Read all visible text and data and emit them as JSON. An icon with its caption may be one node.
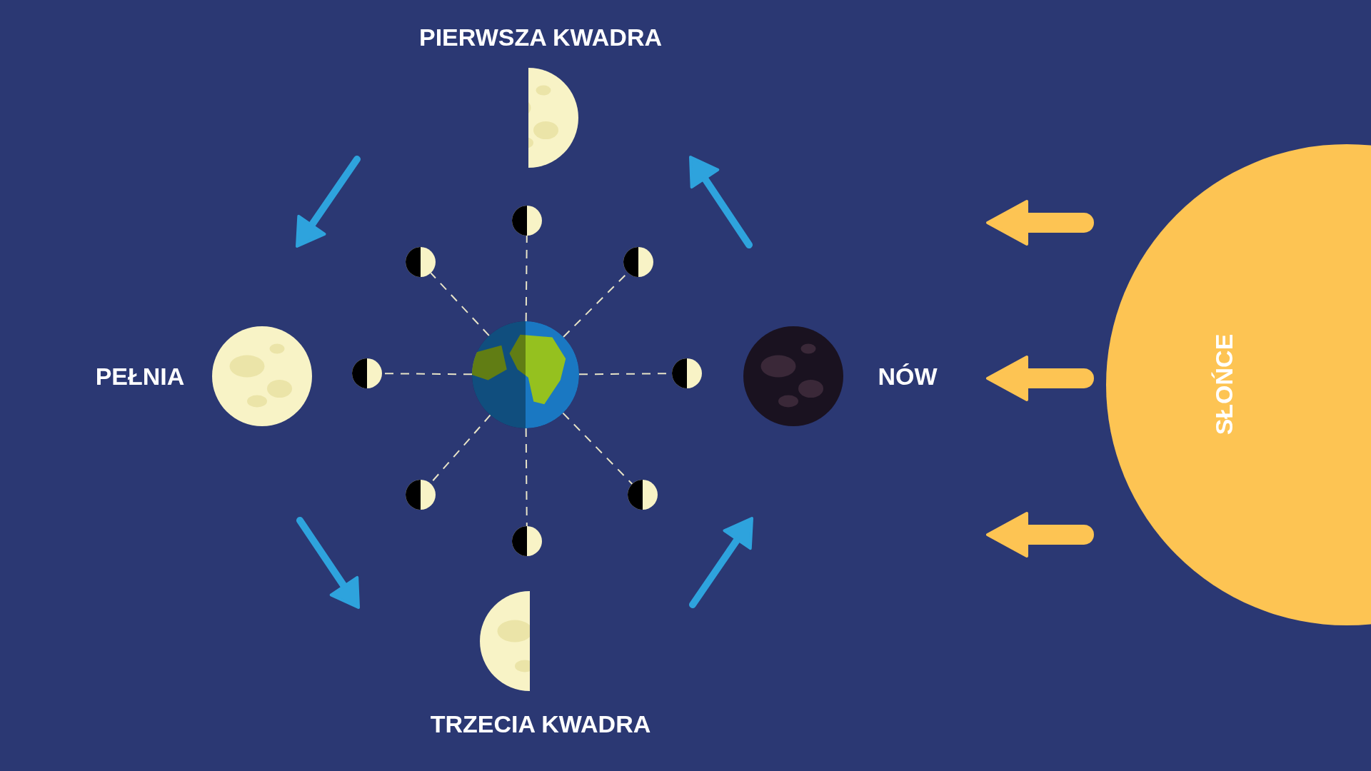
{
  "diagram": {
    "nodes": [
      {
        "text": [],
        "shape": "picture",
        "beside": [
          "PIERWSZA KWADRA"
        ]
      },
      {
        "text": [],
        "shape": "picture",
        "beside": [
          "PEŁNIA"
        ]
      },
      {
        "text": [],
        "shape": "picture"
      },
      {
        "text": [],
        "shape": "picture",
        "beside": [
          "NÓW"
        ]
      },
      {
        "text": [],
        "shape": "picture",
        "beside": [
          "TRZECIA KWADRA"
        ]
      },
      {
        "text": [
          "SŁOŃCE"
        ]
      },
      {
        "text": [],
        "shape": "picture"
      },
      {
        "text": [],
        "shape": "picture"
      },
      {
        "text": [],
        "shape": "picture"
      },
      {
        "text": [],
        "shape": "picture"
      },
      {
        "text": [],
        "shape": "picture"
      },
      {
        "text": [],
        "shape": "picture"
      },
      {
        "text": [],
        "shape": "picture"
      },
      {
        "text": [],
        "shape": "picture"
      }
    ],
    "edges": [
      {
        "from": 2,
        "to": 6,
        "arrow": "none",
        "style": "dashed"
      },
      {
        "from": 2,
        "to": 7,
        "arrow": "none",
        "style": "dashed"
      },
      {
        "from": 2,
        "to": 8,
        "arrow": "none",
        "style": "dashed"
      },
      {
        "from": 2,
        "to": 9,
        "arrow": "none",
        "style": "dashed"
      },
      {
        "from": 2,
        "to": 10,
        "arrow": "none",
        "style": "dashed"
      },
      {
        "from": 2,
        "to": 11,
        "arrow": "none",
        "style": "dashed"
      },
      {
        "from": 2,
        "to": 12,
        "arrow": "none",
        "style": "dashed"
      },
      {
        "from": 2,
        "to": 13,
        "arrow": "none",
        "style": "dashed"
      }
    ]
  }
}
